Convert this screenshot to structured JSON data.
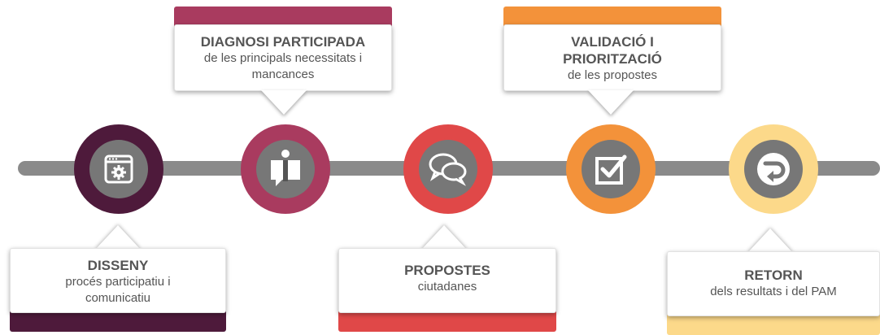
{
  "steps": [
    {
      "key": "disseny",
      "title": "DISSENY",
      "subtitle": "procés participatiu i comunicatiu",
      "color": "#4e1a3b",
      "icon": "settings-window-icon"
    },
    {
      "key": "diagnosi",
      "title": "DIAGNOSI PARTICIPADA",
      "subtitle": "de les principals necessitats i mancances",
      "color": "#a93b5f",
      "icon": "info-chat-icon"
    },
    {
      "key": "propostes",
      "title": "PROPOSTES",
      "subtitle": "ciutadanes",
      "color": "#e04848",
      "icon": "chat-bubbles-icon"
    },
    {
      "key": "validacio",
      "title": "VALIDACIÓ I PRIORITZACIÓ",
      "subtitle": "de les propostes",
      "color": "#f3923a",
      "icon": "checkbox-icon"
    },
    {
      "key": "retorn",
      "title": "RETORN",
      "subtitle": "dels resultats i del PAM",
      "color": "#fcd98a",
      "icon": "return-arrow-icon"
    }
  ],
  "colors": {
    "line": "#8a8a8a",
    "icon_bg": "#777777",
    "card_border": "#e2e2e2"
  }
}
